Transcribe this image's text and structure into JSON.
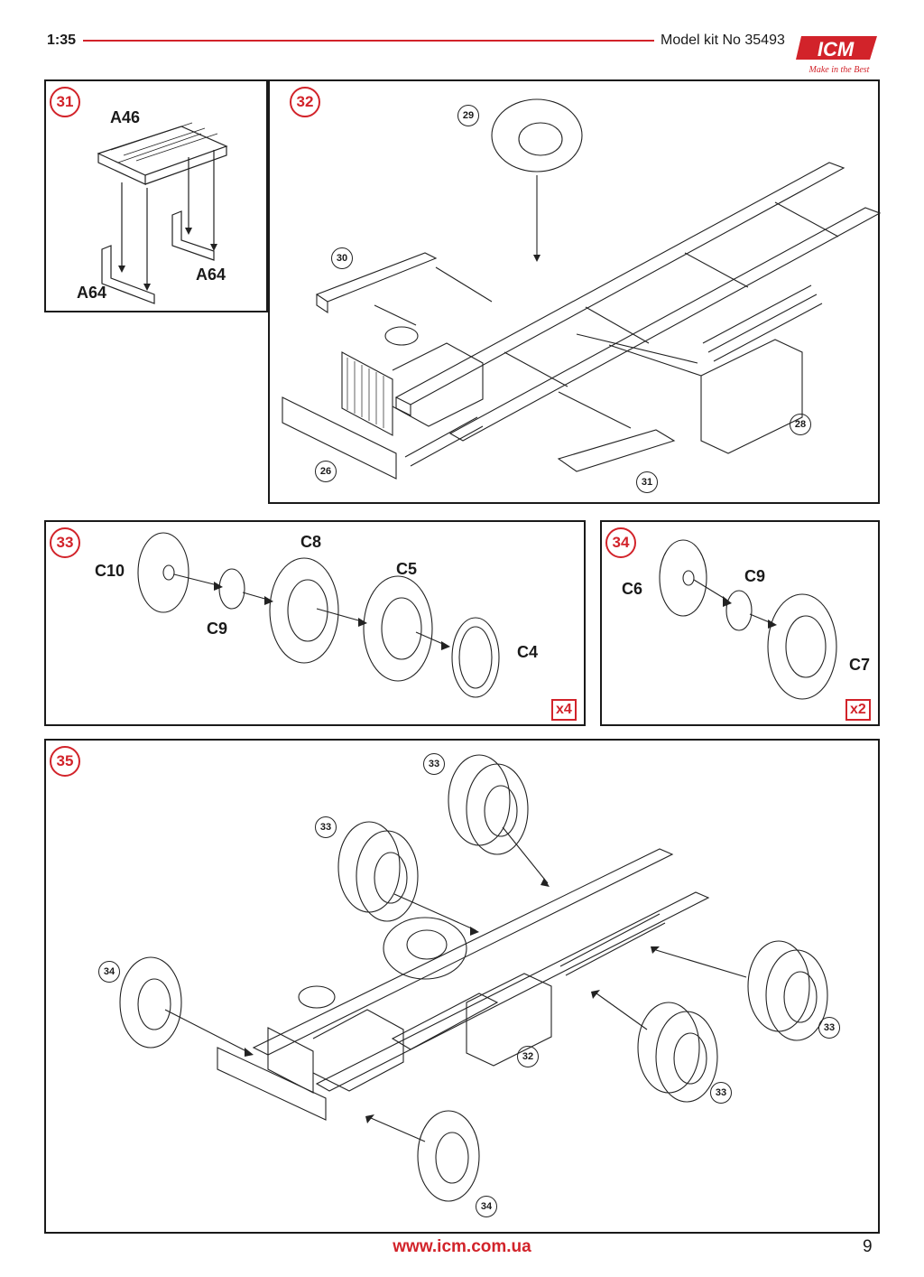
{
  "header": {
    "scale": "1:35",
    "kit_number": "Model kit No 35493",
    "logo_text": "ICM",
    "logo_tagline": "Make in the Best"
  },
  "steps": {
    "s31": {
      "number": "31",
      "parts": {
        "deck": "A46",
        "left": "A64",
        "right": "A64"
      }
    },
    "s32": {
      "number": "32",
      "refs": {
        "spare": "29",
        "step_plate": "30",
        "fuel_tank": "28",
        "front": "26",
        "lower_step": "31"
      }
    },
    "s33": {
      "number": "33",
      "parts": {
        "hub_disc": "C10",
        "cap": "C9",
        "wheel": "C8",
        "tire": "C5",
        "ring": "C4"
      },
      "multiplier": "x4"
    },
    "s34": {
      "number": "34",
      "parts": {
        "disc": "C6",
        "cap": "C9",
        "wheel": "C7"
      },
      "multiplier": "x2"
    },
    "s35": {
      "number": "35",
      "refs": {
        "r1": "33",
        "r2": "33",
        "front_left": "34",
        "rear_right_upper": "33",
        "rear_right_lower": "33",
        "tank": "32",
        "front_bottom": "34"
      }
    }
  },
  "footer": {
    "url": "www.icm.com.ua",
    "page": "9"
  },
  "colors": {
    "accent": "#d2232a",
    "line": "#1a1a1a"
  }
}
